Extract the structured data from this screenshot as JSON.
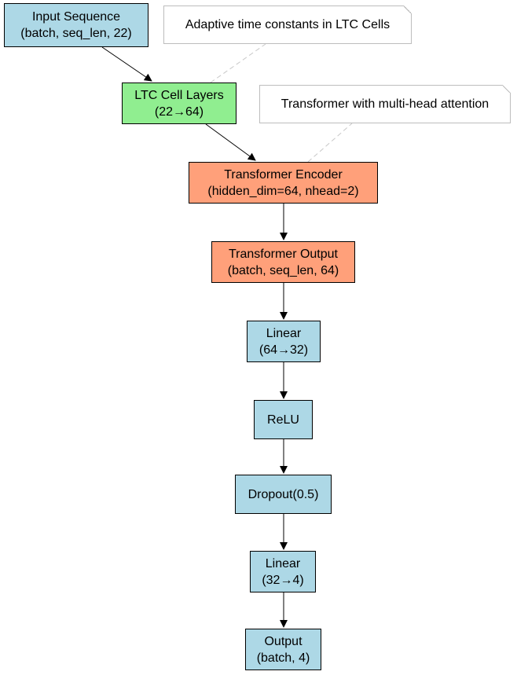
{
  "colors": {
    "io_box": "#add8e6",
    "ltc_box": "#90ee90",
    "transformer_box": "#ffa07a",
    "edge": "#000000",
    "note_link": "#c8c8c8"
  },
  "nodes": {
    "input": {
      "line1": "Input Sequence",
      "line2": "(batch, seq_len, 22)"
    },
    "ltc": {
      "line1": "LTC Cell Layers",
      "line2": "(22→64)"
    },
    "encoder": {
      "line1": "Transformer Encoder",
      "line2": "(hidden_dim=64, nhead=2)"
    },
    "trans_out": {
      "line1": "Transformer Output",
      "line2": "(batch, seq_len, 64)"
    },
    "linear1": {
      "line1": "Linear",
      "line2": "(64→32)"
    },
    "relu": {
      "line1": "ReLU"
    },
    "dropout": {
      "line1": "Dropout(0.5)"
    },
    "linear2": {
      "line1": "Linear",
      "line2": "(32→4)"
    },
    "output": {
      "line1": "Output",
      "line2": "(batch, 4)"
    }
  },
  "notes": {
    "ltc_note": "Adaptive time constants in LTC Cells",
    "transformer_note": "Transformer with multi-head attention"
  }
}
